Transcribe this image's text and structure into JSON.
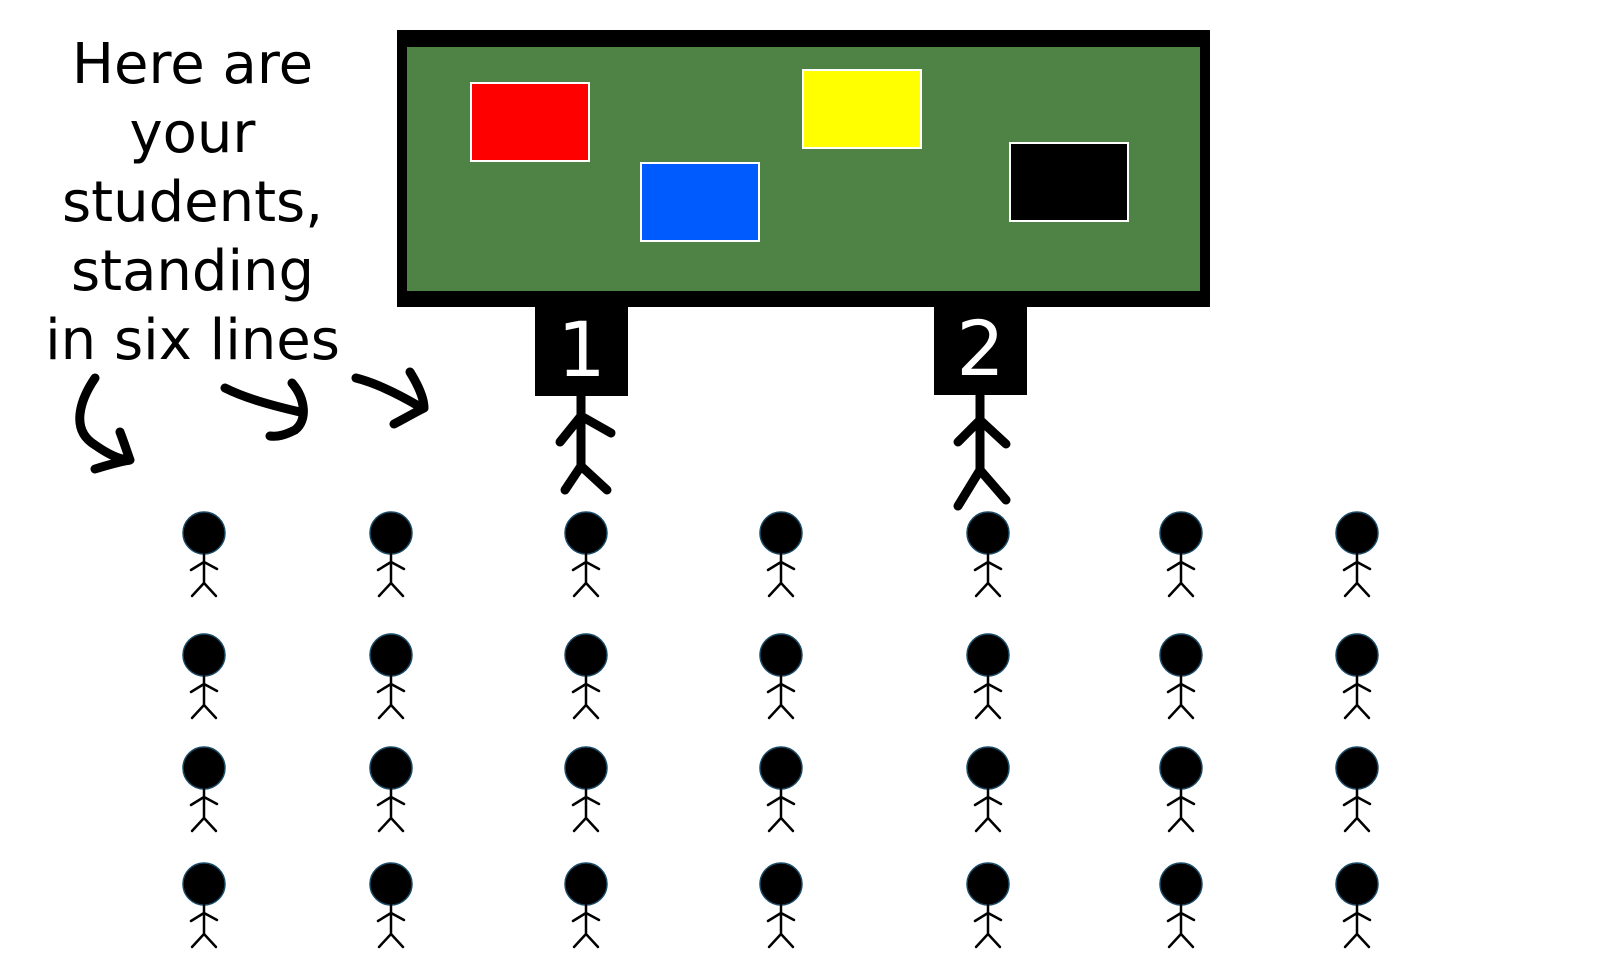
{
  "caption": {
    "lines": [
      "Here are",
      "your",
      "students,",
      "standing",
      "in six lines"
    ]
  },
  "board": {
    "color": "#4e8345",
    "cards": [
      {
        "name": "red-card",
        "color": "#ff0000"
      },
      {
        "name": "blue-card",
        "color": "#005bff"
      },
      {
        "name": "yellow-card",
        "color": "#ffff00"
      },
      {
        "name": "black-card",
        "color": "#000000"
      }
    ]
  },
  "leaders": [
    {
      "number": "1"
    },
    {
      "number": "2"
    }
  ],
  "students": {
    "columns": 7,
    "rows": 4
  }
}
